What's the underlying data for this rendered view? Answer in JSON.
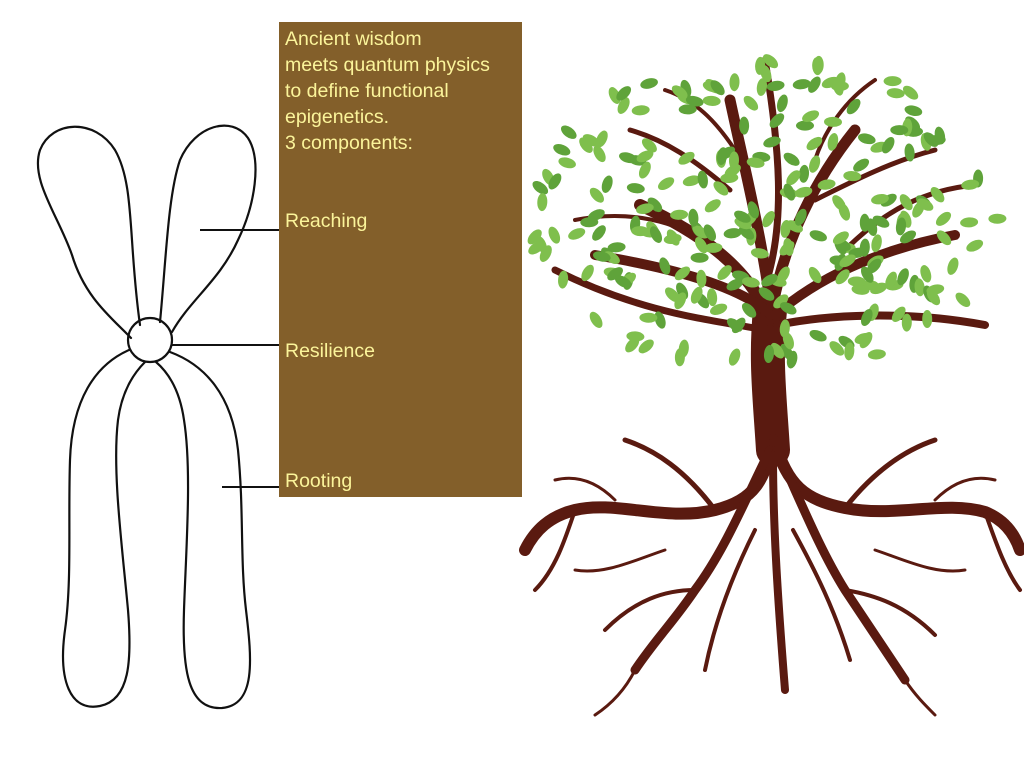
{
  "panel": {
    "intro_lines": [
      "Ancient wisdom",
      "meets quantum physics",
      "to define functional",
      "epigenetics.",
      "3 components:"
    ],
    "labels": {
      "reaching": "Reaching",
      "resilience": "Resilience",
      "rooting": "Rooting"
    }
  },
  "colors": {
    "panel_bg": "#835f2a",
    "panel_text": "#fbf49a",
    "trunk": "#5a1a10",
    "leaf": "#7fbf4d",
    "leaf_dark": "#5fa33a",
    "outline": "#111111"
  },
  "icons": {
    "chromosome": "chromosome-outline-icon",
    "tree": "tree-with-roots-icon"
  }
}
